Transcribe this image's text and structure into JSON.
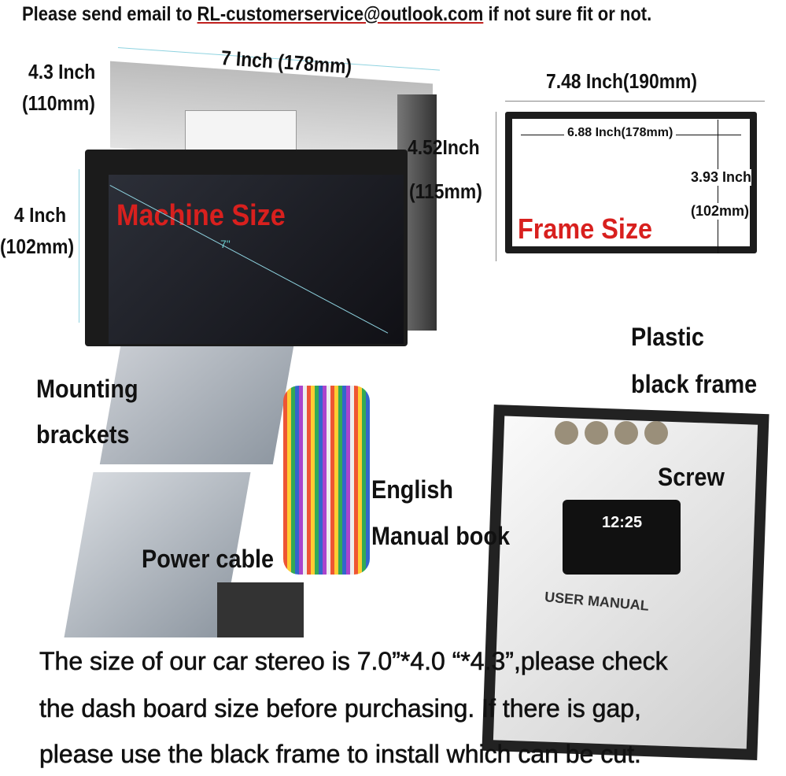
{
  "header": {
    "prefix": "Please send email to ",
    "email": "RL-customerservice@outlook.com",
    "suffix": " if not sure fit or not."
  },
  "machine": {
    "width_label": "7 Inch (178mm)",
    "depth_label_1": "4.3 Inch",
    "depth_label_2": "(110mm)",
    "height_label_1": "4 Inch",
    "height_label_2": "(102mm)",
    "front_label_1": "4.52Inch",
    "front_label_2": "(115mm)",
    "title": "Machine Size",
    "diagonal": "7\""
  },
  "frame": {
    "outer_width": "7.48 Inch(190mm)",
    "inner_width": "6.88 Inch(178mm)",
    "inner_height_1": "3.93 Inch",
    "inner_height_2": "(102mm)",
    "title": "Frame Size"
  },
  "accessories": {
    "brackets_1": "Mounting",
    "brackets_2": "brackets",
    "power_cable": "Power cable",
    "plastic_1": "Plastic",
    "plastic_2": "black frame",
    "screw": "Screw",
    "manual_1": "English",
    "manual_2": "Manual book",
    "manual_clock": "12:25",
    "manual_title": "USER MANUAL"
  },
  "footer": {
    "line1": "The size of our car stereo is 7.0”*4.0 “*4.3”,please check",
    "line2": "the dash board size before purchasing. If there is gap,",
    "line3": "please use the black frame to install which can be cut."
  },
  "colors": {
    "accent_red": "#d8201e",
    "dimension_line": "#8fd3e0"
  }
}
